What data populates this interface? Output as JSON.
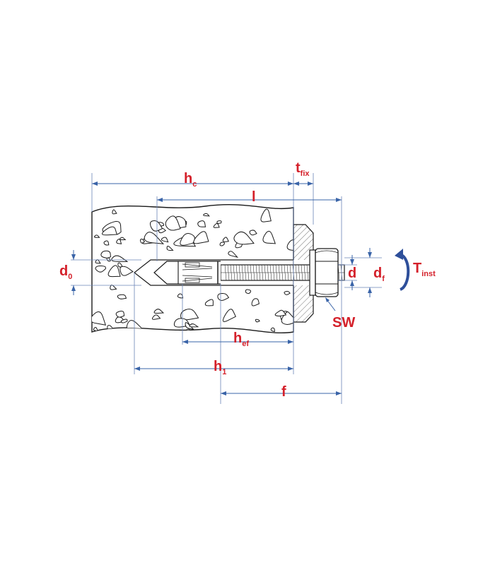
{
  "labels": {
    "hc": {
      "main": "h",
      "sub": "c"
    },
    "l": {
      "main": "l",
      "sub": ""
    },
    "tfix": {
      "main": "t",
      "sub": "fix"
    },
    "d0": {
      "main": "d",
      "sub": "0"
    },
    "d": {
      "main": "d",
      "sub": ""
    },
    "df": {
      "main": "d",
      "sub": "f"
    },
    "tinst": {
      "main": "T",
      "sub": "inst"
    },
    "sw": {
      "main": "SW",
      "sub": ""
    },
    "hef": {
      "main": "h",
      "sub": "ef"
    },
    "h1": {
      "main": "h",
      "sub": "1"
    },
    "f": {
      "main": "f",
      "sub": ""
    }
  },
  "colors": {
    "label": "#d4202a",
    "dimension": "#3a64a8",
    "torque_arrow": "#2e4f9a",
    "outline": "#1a1a1a"
  }
}
